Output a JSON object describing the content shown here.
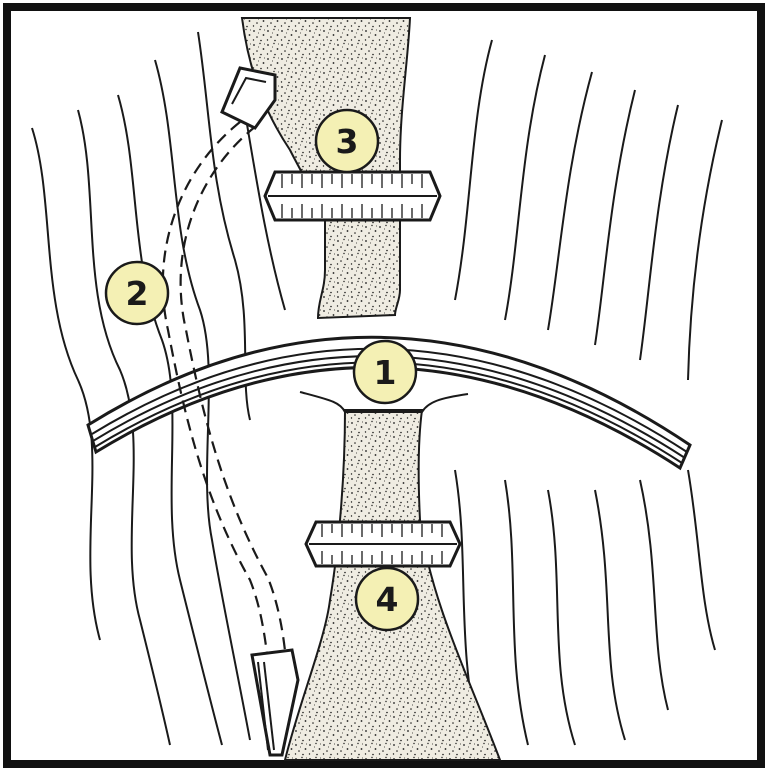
{
  "callouts": [
    {
      "id": "label-1",
      "text": "1"
    },
    {
      "id": "label-2",
      "text": "2"
    },
    {
      "id": "label-3",
      "text": "3"
    },
    {
      "id": "label-4",
      "text": "4"
    }
  ],
  "colors": {
    "ink": "#1a1a1a",
    "callout_fill": "#f4f0b4",
    "paper": "#ffffff",
    "fill_stipple": "#ece8dc"
  }
}
